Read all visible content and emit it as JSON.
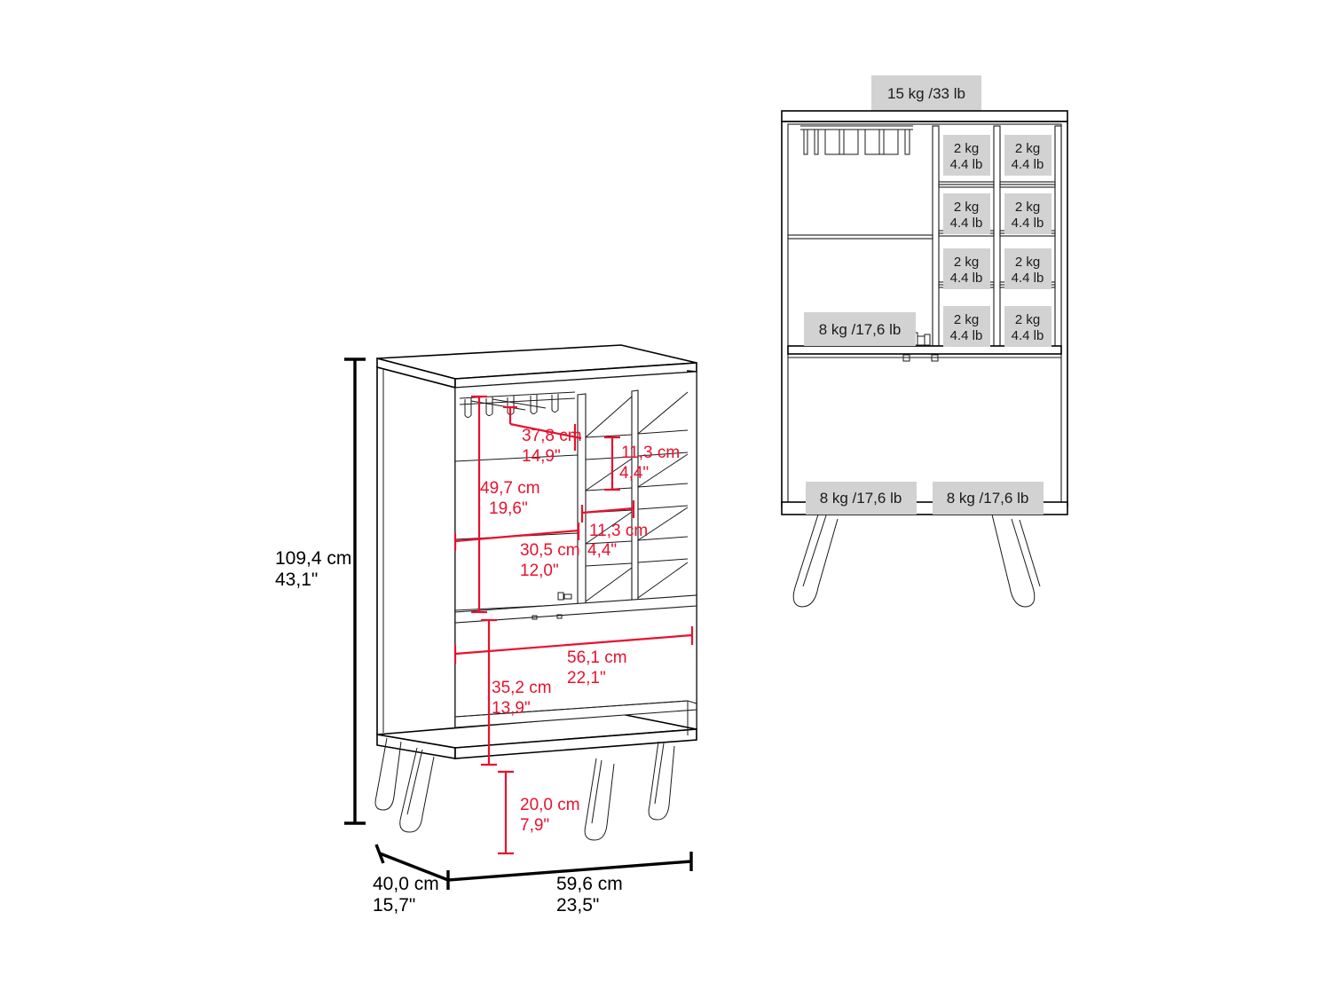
{
  "drawing": {
    "title": "Bar cabinet dimension and load-capacity drawing",
    "units": {
      "metric": "cm",
      "imperial": "in",
      "mass_metric": "kg",
      "mass_imperial": "lb"
    }
  },
  "left_view": {
    "name": "perspective-dimension-view",
    "overall": {
      "height": {
        "cm": "109,4 cm",
        "in": "43,1\""
      },
      "width": {
        "cm": "59,6 cm",
        "in": "23,5\""
      },
      "depth": {
        "cm": "40,0 cm",
        "in": "15,7\""
      }
    },
    "interior": [
      {
        "id": "stemware-zone-height",
        "cm": "37,8 cm",
        "in": "14,9\""
      },
      {
        "id": "upper-compartment-height",
        "cm": "49,7 cm",
        "in": "19,6\""
      },
      {
        "id": "upper-compartment-width",
        "cm": "30,5 cm",
        "in": "12,0\""
      },
      {
        "id": "wine-cubby-height",
        "cm": "11,3 cm",
        "in": "4,4\""
      },
      {
        "id": "wine-cubby-width",
        "cm": "11,3 cm",
        "in": "4,4\""
      },
      {
        "id": "lower-shelf-width",
        "cm": "56,1 cm",
        "in": "22,1\""
      },
      {
        "id": "lower-shelf-height",
        "cm": "35,2 cm",
        "in": "13,9\""
      },
      {
        "id": "leg-height",
        "cm": "20,0 cm",
        "in": "7,9\""
      }
    ]
  },
  "right_view": {
    "name": "front-elevation-load-view",
    "top_surface_load": "15 kg /33 lb",
    "upper_shelf_load": "8 kg /17,6 lb",
    "bottom_shelf_loads": [
      "8 kg /17,6 lb",
      "8 kg /17,6 lb"
    ],
    "wine_cubby_load_label": {
      "kg": "2 kg",
      "lb": "4.4 lb"
    },
    "wine_cubby_grid": {
      "rows": 4,
      "cols": 2
    },
    "wine_cubby_loads": [
      [
        {
          "kg": "2 kg",
          "lb": "4.4 lb"
        },
        {
          "kg": "2 kg",
          "lb": "4.4 lb"
        }
      ],
      [
        {
          "kg": "2 kg",
          "lb": "4.4 lb"
        },
        {
          "kg": "2 kg",
          "lb": "4.4 lb"
        }
      ],
      [
        {
          "kg": "2 kg",
          "lb": "4.4 lb"
        },
        {
          "kg": "2 kg",
          "lb": "4.4 lb"
        }
      ],
      [
        {
          "kg": "2 kg",
          "lb": "4.4 lb"
        },
        {
          "kg": "2 kg",
          "lb": "4.4 lb"
        }
      ]
    ]
  },
  "colors": {
    "dimension_red": "#e8112d",
    "outline_black": "#000000",
    "load_badge_gray": "#d2d2d2",
    "background": "#ffffff"
  }
}
